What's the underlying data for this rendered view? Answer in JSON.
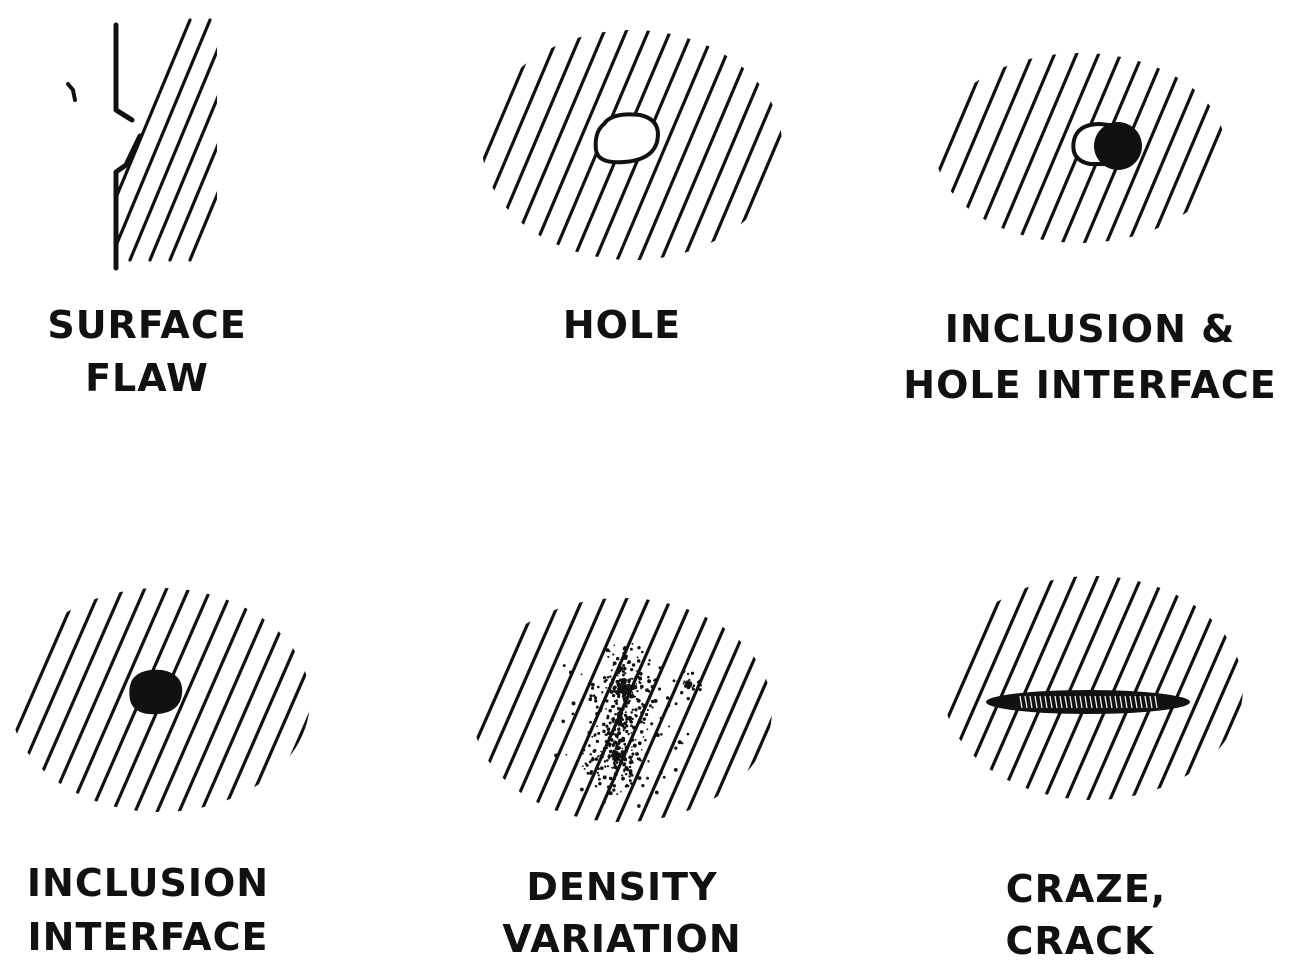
{
  "defects": [
    {
      "id": "surface-flaw",
      "label_lines": [
        "SURFACE",
        "FLAW"
      ]
    },
    {
      "id": "hole",
      "label_lines": [
        "HOLE"
      ]
    },
    {
      "id": "inclusion-hole-interface",
      "label_lines": [
        "INCLUSION &",
        "HOLE INTERFACE"
      ]
    },
    {
      "id": "inclusion-interface",
      "label_lines": [
        "INCLUSION",
        "INTERFACE"
      ]
    },
    {
      "id": "density-variation",
      "label_lines": [
        "DENSITY",
        "VARIATION"
      ]
    },
    {
      "id": "craze-crack",
      "label_lines": [
        "CRAZE,",
        "CRACK"
      ]
    }
  ],
  "colors": {
    "ink": "#111111",
    "background": "#ffffff"
  }
}
